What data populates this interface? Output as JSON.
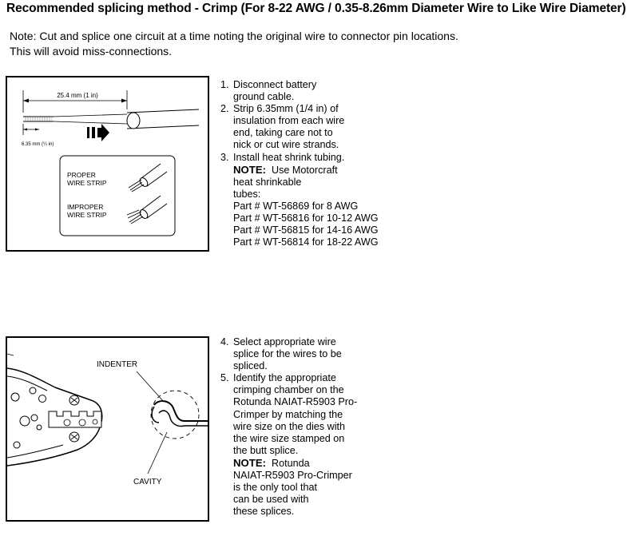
{
  "heading": "Recommended splicing method - Crimp (For 8-22 AWG / 0.35-8.26mm Diameter Wire to Like Wire Diameter)",
  "note_lines": [
    "Note: Cut and splice one circuit at a time noting the original wire to connector pin locations.",
    "This will avoid miss-connections."
  ],
  "figure1": {
    "dim_long": "25.4 mm (1 in)",
    "dim_short": "6.35 mm (¼ in)",
    "proper_label": [
      "PROPER",
      "WIRE STRIP"
    ],
    "improper_label": [
      "IMPROPER",
      "WIRE STRIP"
    ]
  },
  "steps1": {
    "s1": {
      "num": "1.",
      "line1": "Disconnect battery",
      "line2": "ground cable."
    },
    "s2": {
      "num": "2.",
      "lines": [
        "Strip 6.35mm (1/4 in) of",
        "insulation from each wire",
        "end, taking care not to",
        "nick or cut wire strands."
      ]
    },
    "s3": {
      "num": "3.",
      "line1": "Install heat shrink tubing.",
      "note_head": "NOTE:",
      "note_text": "Use Motorcraft",
      "lines": [
        "heat shrinkable",
        "tubes:"
      ],
      "parts": [
        "Part # WT-56869 for 8 AWG",
        "Part # WT-56816 for 10-12 AWG",
        "Part # WT-56815 for 14-16 AWG",
        "Part # WT-56814 for 18-22 AWG"
      ]
    }
  },
  "figure2": {
    "indenter_label": "INDENTER",
    "cavity_label": "CAVITY"
  },
  "steps2": {
    "s4": {
      "num": "4.",
      "lines": [
        "Select appropriate wire",
        "splice for the wires to be",
        "spliced."
      ]
    },
    "s5": {
      "num": "5.",
      "lines": [
        "Identify the appropriate",
        "crimping chamber on the",
        "Rotunda NAIAT-R5903 Pro-",
        "Crimper by matching the",
        "wire size on the dies with",
        "the wire size stamped on",
        "the butt splice."
      ],
      "note_head": "NOTE:",
      "note_text": "Rotunda",
      "note_lines": [
        "NAIAT-R5903 Pro-Crimper",
        "is the only tool that",
        "can be used with",
        "these splices."
      ]
    }
  }
}
